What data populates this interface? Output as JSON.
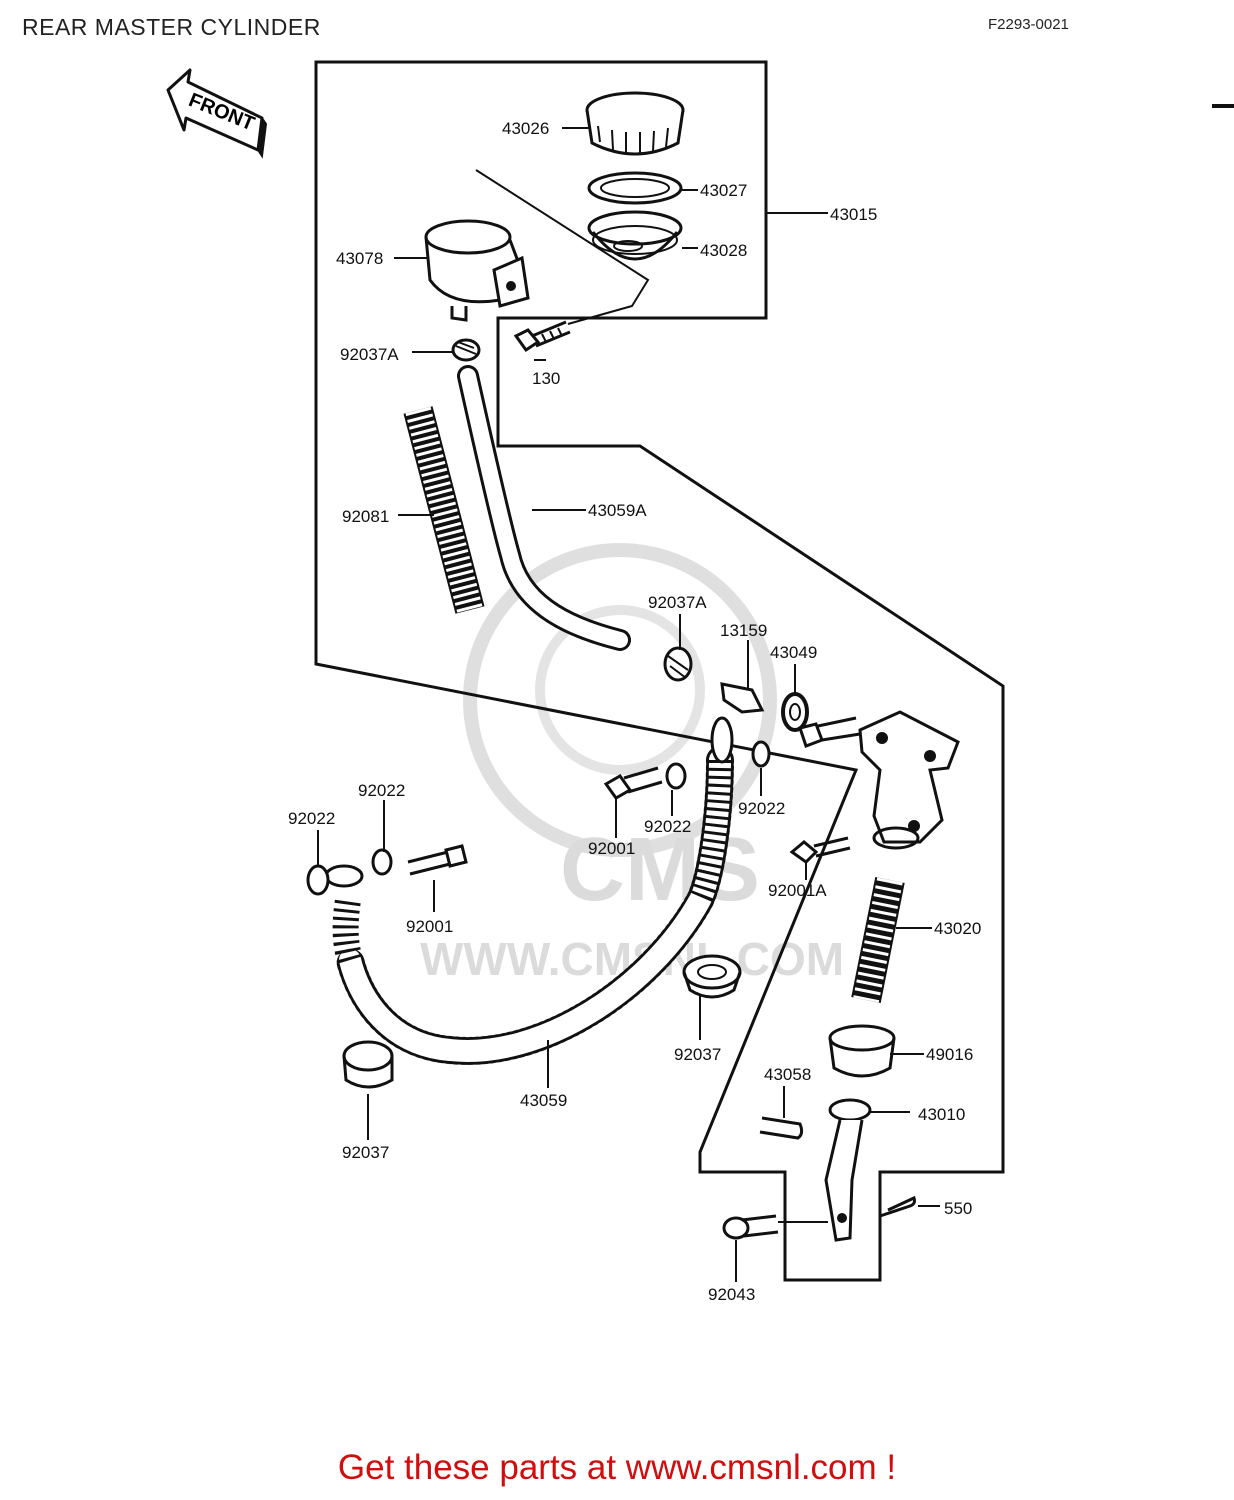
{
  "title": "REAR MASTER CYLINDER",
  "diagram_code": "F2293-0021",
  "front_arrow_label": "FRONT",
  "watermark": {
    "brand": "CMS",
    "url": "WWW.CMSNL.COM"
  },
  "footer": "Get these parts at www.cmsnl.com !",
  "parts": {
    "p43026": "43026",
    "p43027": "43027",
    "p43015": "43015",
    "p43028": "43028",
    "p43078": "43078",
    "p92037A_top": "92037A",
    "p130": "130",
    "p92081": "92081",
    "p43059A": "43059A",
    "p92037A_mid": "92037A",
    "p13159": "13159",
    "p43049": "43049",
    "p92022_a": "92022",
    "p92022_b": "92022",
    "p92022_c": "92022",
    "p92022_d": "92022",
    "p92001_a": "92001",
    "p92001_b": "92001",
    "p92001A": "92001A",
    "p43020": "43020",
    "p92037_a": "92037",
    "p92037_b": "92037",
    "p49016": "49016",
    "p43058": "43058",
    "p43010": "43010",
    "p43059": "43059",
    "p550": "550",
    "p92043": "92043"
  }
}
